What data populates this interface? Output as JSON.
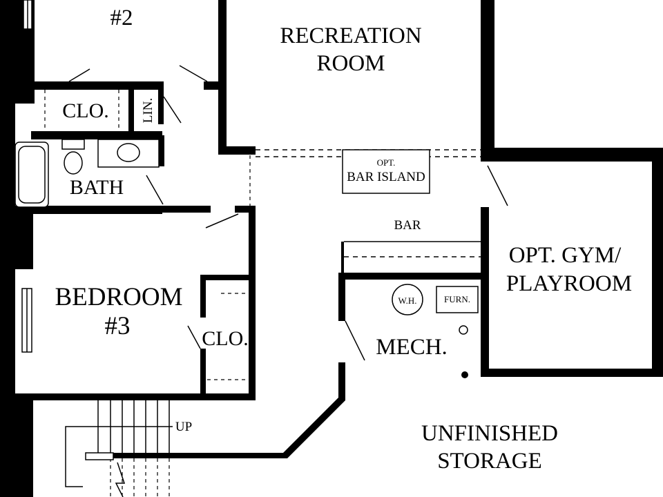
{
  "rooms": {
    "bedroom2_number": "#2",
    "recreation_line1": "RECREATION",
    "recreation_line2": "ROOM",
    "closet_upper": "CLO.",
    "linen": "LIN.",
    "bath": "BATH",
    "bar_island_line1": "OPT.",
    "bar_island_line2": "BAR ISLAND",
    "bar": "BAR",
    "gym_line1": "OPT. GYM/",
    "gym_line2": "PLAYROOM",
    "bedroom3_line1": "BEDROOM",
    "bedroom3_line2": "#3",
    "closet_lower": "CLO.",
    "water_heater": "W.H.",
    "furnace": "FURN.",
    "mech": "MECH.",
    "storage_line1": "UNFINISHED",
    "storage_line2": "STORAGE",
    "stairs_up": "UP"
  }
}
